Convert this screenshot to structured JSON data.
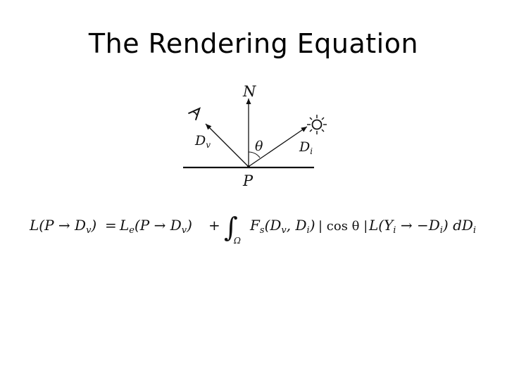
{
  "slide": {
    "title": "The Rendering Equation"
  },
  "diagram": {
    "normal_label": "N",
    "view_label_main": "D",
    "view_label_sub": "v",
    "angle_label": "θ",
    "light_label_main": "D",
    "light_label_sub": "i",
    "point_label": "P",
    "light_icon": "sun-icon",
    "eye_icon": "eye-icon",
    "line_color": "#111111"
  },
  "equation": {
    "lhs": "L(P → D",
    "lhs_sub": "v",
    "lhs_close": ")",
    "eq": "=",
    "emit": "L",
    "emit_sub": "e",
    "emit_args": "(P → D",
    "emit_args_sub": "v",
    "emit_close": ")",
    "plus": "+",
    "integral": "∫",
    "domain": "Ω",
    "brdf": "F",
    "brdf_sub": "s",
    "brdf_args": "(D",
    "brdf_args_sub1": "v",
    "brdf_args_mid": ", D",
    "brdf_args_sub2": "i",
    "brdf_close": ")",
    "cos": "| cos θ |",
    "incoming": "L(Y",
    "incoming_sub": "i",
    "incoming_mid": " → −D",
    "incoming_sub2": "i",
    "incoming_close": ")",
    "measure": " dD",
    "measure_sub": "i"
  }
}
